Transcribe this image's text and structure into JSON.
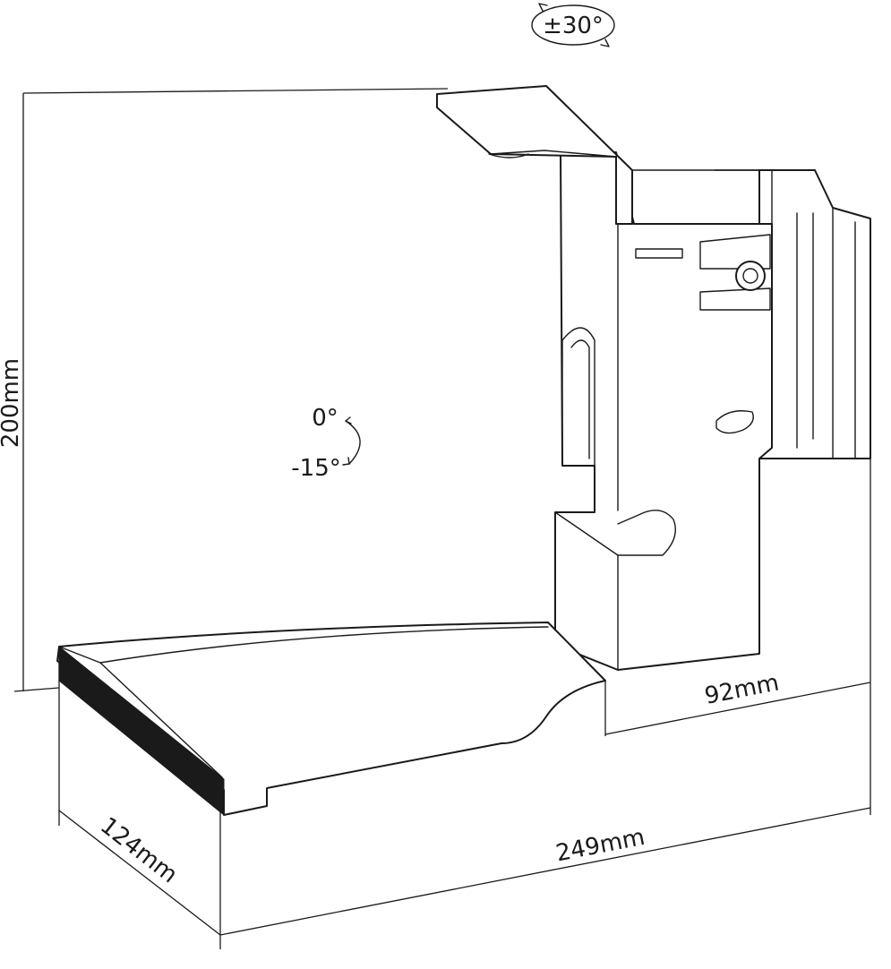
{
  "dimensions": {
    "height": "200mm",
    "width": "249mm",
    "depth": "124mm",
    "arm": "92mm"
  },
  "angles": {
    "swivel": "±30°",
    "tilt_top": "0°",
    "tilt_bottom": "-15°"
  }
}
